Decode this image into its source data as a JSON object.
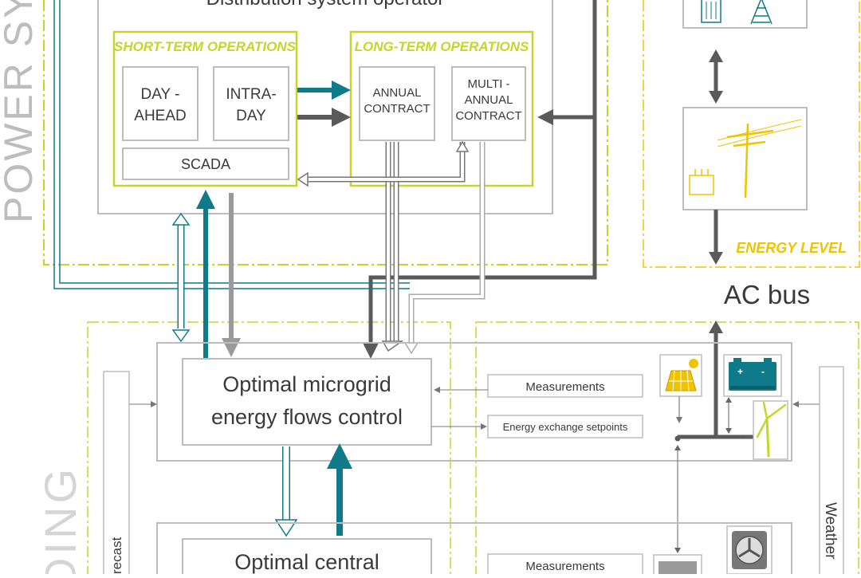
{
  "labels": {
    "power_system": "POWER SYS",
    "building": "DING",
    "dso_title": "Distribution system operator",
    "short_term": "SHORT-TERM OPERATIONS",
    "long_term": "LONG-TERM OPERATIONS",
    "day_ahead_1": "DAY -",
    "day_ahead_2": "AHEAD",
    "intra_day_1": "INTRA-",
    "intra_day_2": "DAY",
    "scada": "SCADA",
    "annual_1": "ANNUAL",
    "annual_2": "CONTRACT",
    "multi_1": "MULTI -",
    "multi_2": "ANNUAL",
    "multi_3": "CONTRACT",
    "energy_level": "ENERGY LEVEL",
    "ac_bus": "AC bus",
    "omefc_1": "Optimal microgrid",
    "omefc_2": "energy flows control",
    "measurements": "Measurements",
    "setpoints": "Energy exchange setpoints",
    "central_1": "Optimal central",
    "measurements_2": "Measurements",
    "forecast": "recast",
    "weather": "Weather"
  },
  "colors": {
    "lime": "#c5d62a",
    "teal": "#0f7a8a",
    "dark_gray": "#5a5a5a",
    "mid_gray": "#9a9a9a",
    "box_gray": "#bdbdbd",
    "text_gray": "#3a3a3a",
    "yellow": "#f0c300"
  },
  "icons": [
    "transformer-icon",
    "transmission-tower-icon",
    "power-pole-icon",
    "substation-icon",
    "solar-panel-icon",
    "battery-icon",
    "wind-turbine-icon",
    "fan-unit-icon",
    "hvac-unit-icon"
  ]
}
